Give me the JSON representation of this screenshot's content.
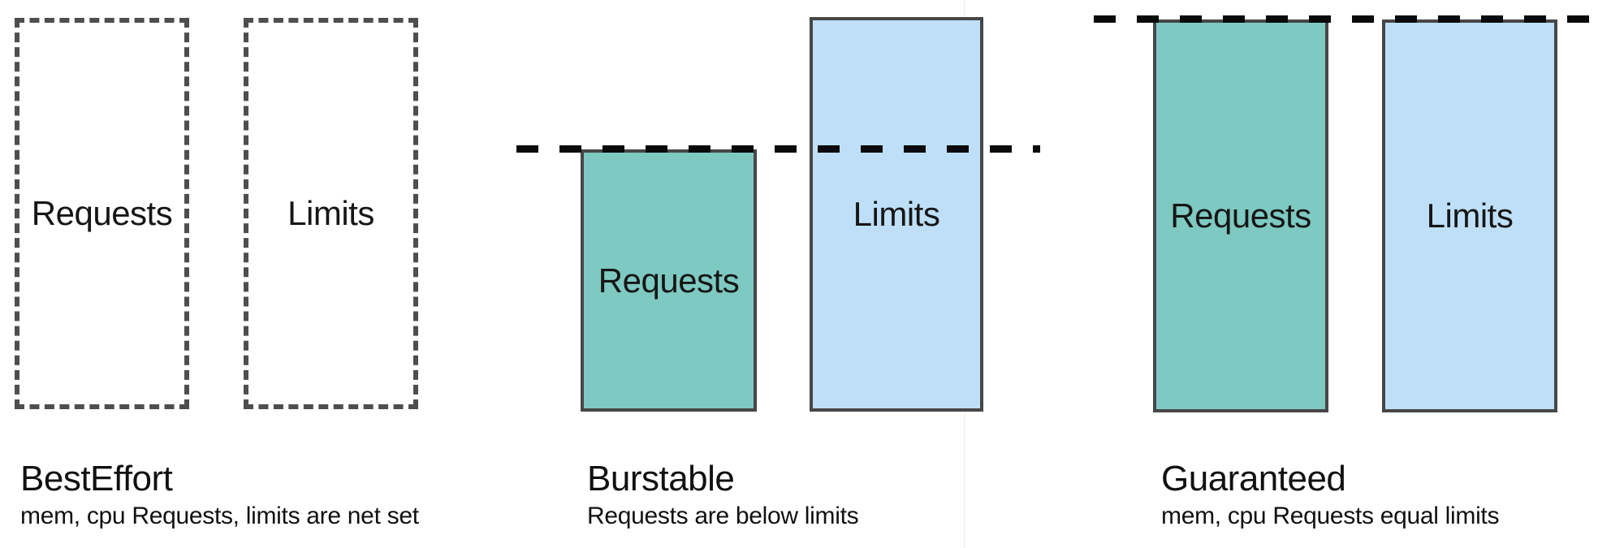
{
  "colors": {
    "requests_fill": "#7ec9c2",
    "limits_fill": "#bedff7",
    "box_border": "#474747",
    "unset_border": "#4e4e4e",
    "threshold_line": "#0a0a0a"
  },
  "groups": [
    {
      "name": "BestEffort",
      "description": "mem, cpu Requests, limits are net set",
      "requests_label": "Requests",
      "limits_label": "Limits",
      "requests_state": "unset",
      "limits_state": "unset",
      "threshold_line": false
    },
    {
      "name": "Burstable",
      "description": "Requests are below limits",
      "requests_label": "Requests",
      "limits_label": "Limits",
      "requests_state": "below-limit",
      "limits_state": "full",
      "threshold_line": true
    },
    {
      "name": "Guaranteed",
      "description": "mem, cpu Requests equal limits",
      "requests_label": "Requests",
      "limits_label": "Limits",
      "requests_state": "full",
      "limits_state": "full",
      "threshold_line": true
    }
  ]
}
